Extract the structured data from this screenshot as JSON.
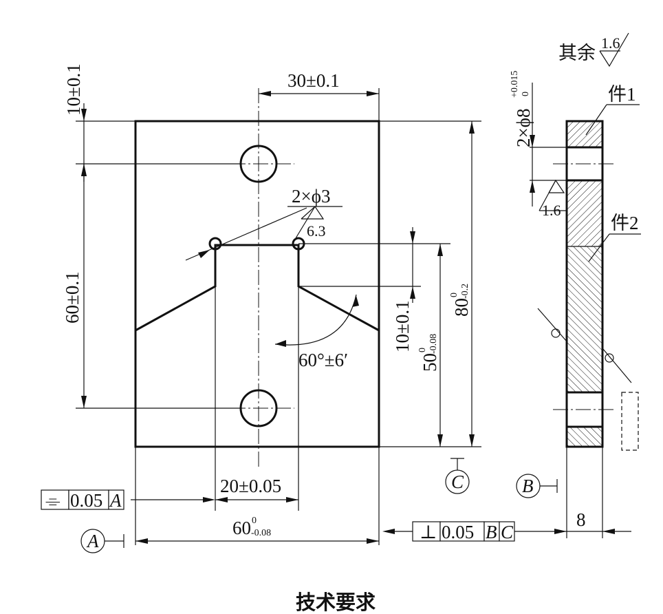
{
  "surface_note": {
    "prefix": "其余",
    "roughness": "1.6"
  },
  "front_view": {
    "dim_top_offset": "10±0.1",
    "dim_top_width": "30±0.1",
    "dim_left_height": "60±0.1",
    "hole_callout": "2×ϕ3",
    "hole_roughness": "6.3",
    "dim_slot_depth": "10±0.1",
    "dim_50": {
      "base": "50",
      "upper": "0",
      "lower": "-0.08"
    },
    "dim_80": {
      "base": "80",
      "upper": "0",
      "lower": "-0.2"
    },
    "dim_angle": "60°±6′",
    "dim_slot_width": "20±0.05",
    "dim_60": {
      "base": "60",
      "upper": "0",
      "lower": "-0.08"
    }
  },
  "side_view": {
    "bore_callout": {
      "base": "2×ϕ8",
      "upper": "+0.015",
      "lower": "0"
    },
    "bore_roughness": "1.6",
    "part1_label": "件1",
    "part2_label": "件2",
    "dim_thickness": "8"
  },
  "gdt": {
    "symmetry_frame": {
      "symbol": "⌯",
      "tolerance": "0.05",
      "datum": "A"
    },
    "perpendicularity_frame": {
      "symbol": "⊥",
      "tolerance": "0.05",
      "datum1": "B",
      "datum2": "C"
    }
  },
  "datums": {
    "a": "A",
    "b": "B",
    "c": "C"
  },
  "tech_title": "技术要求"
}
